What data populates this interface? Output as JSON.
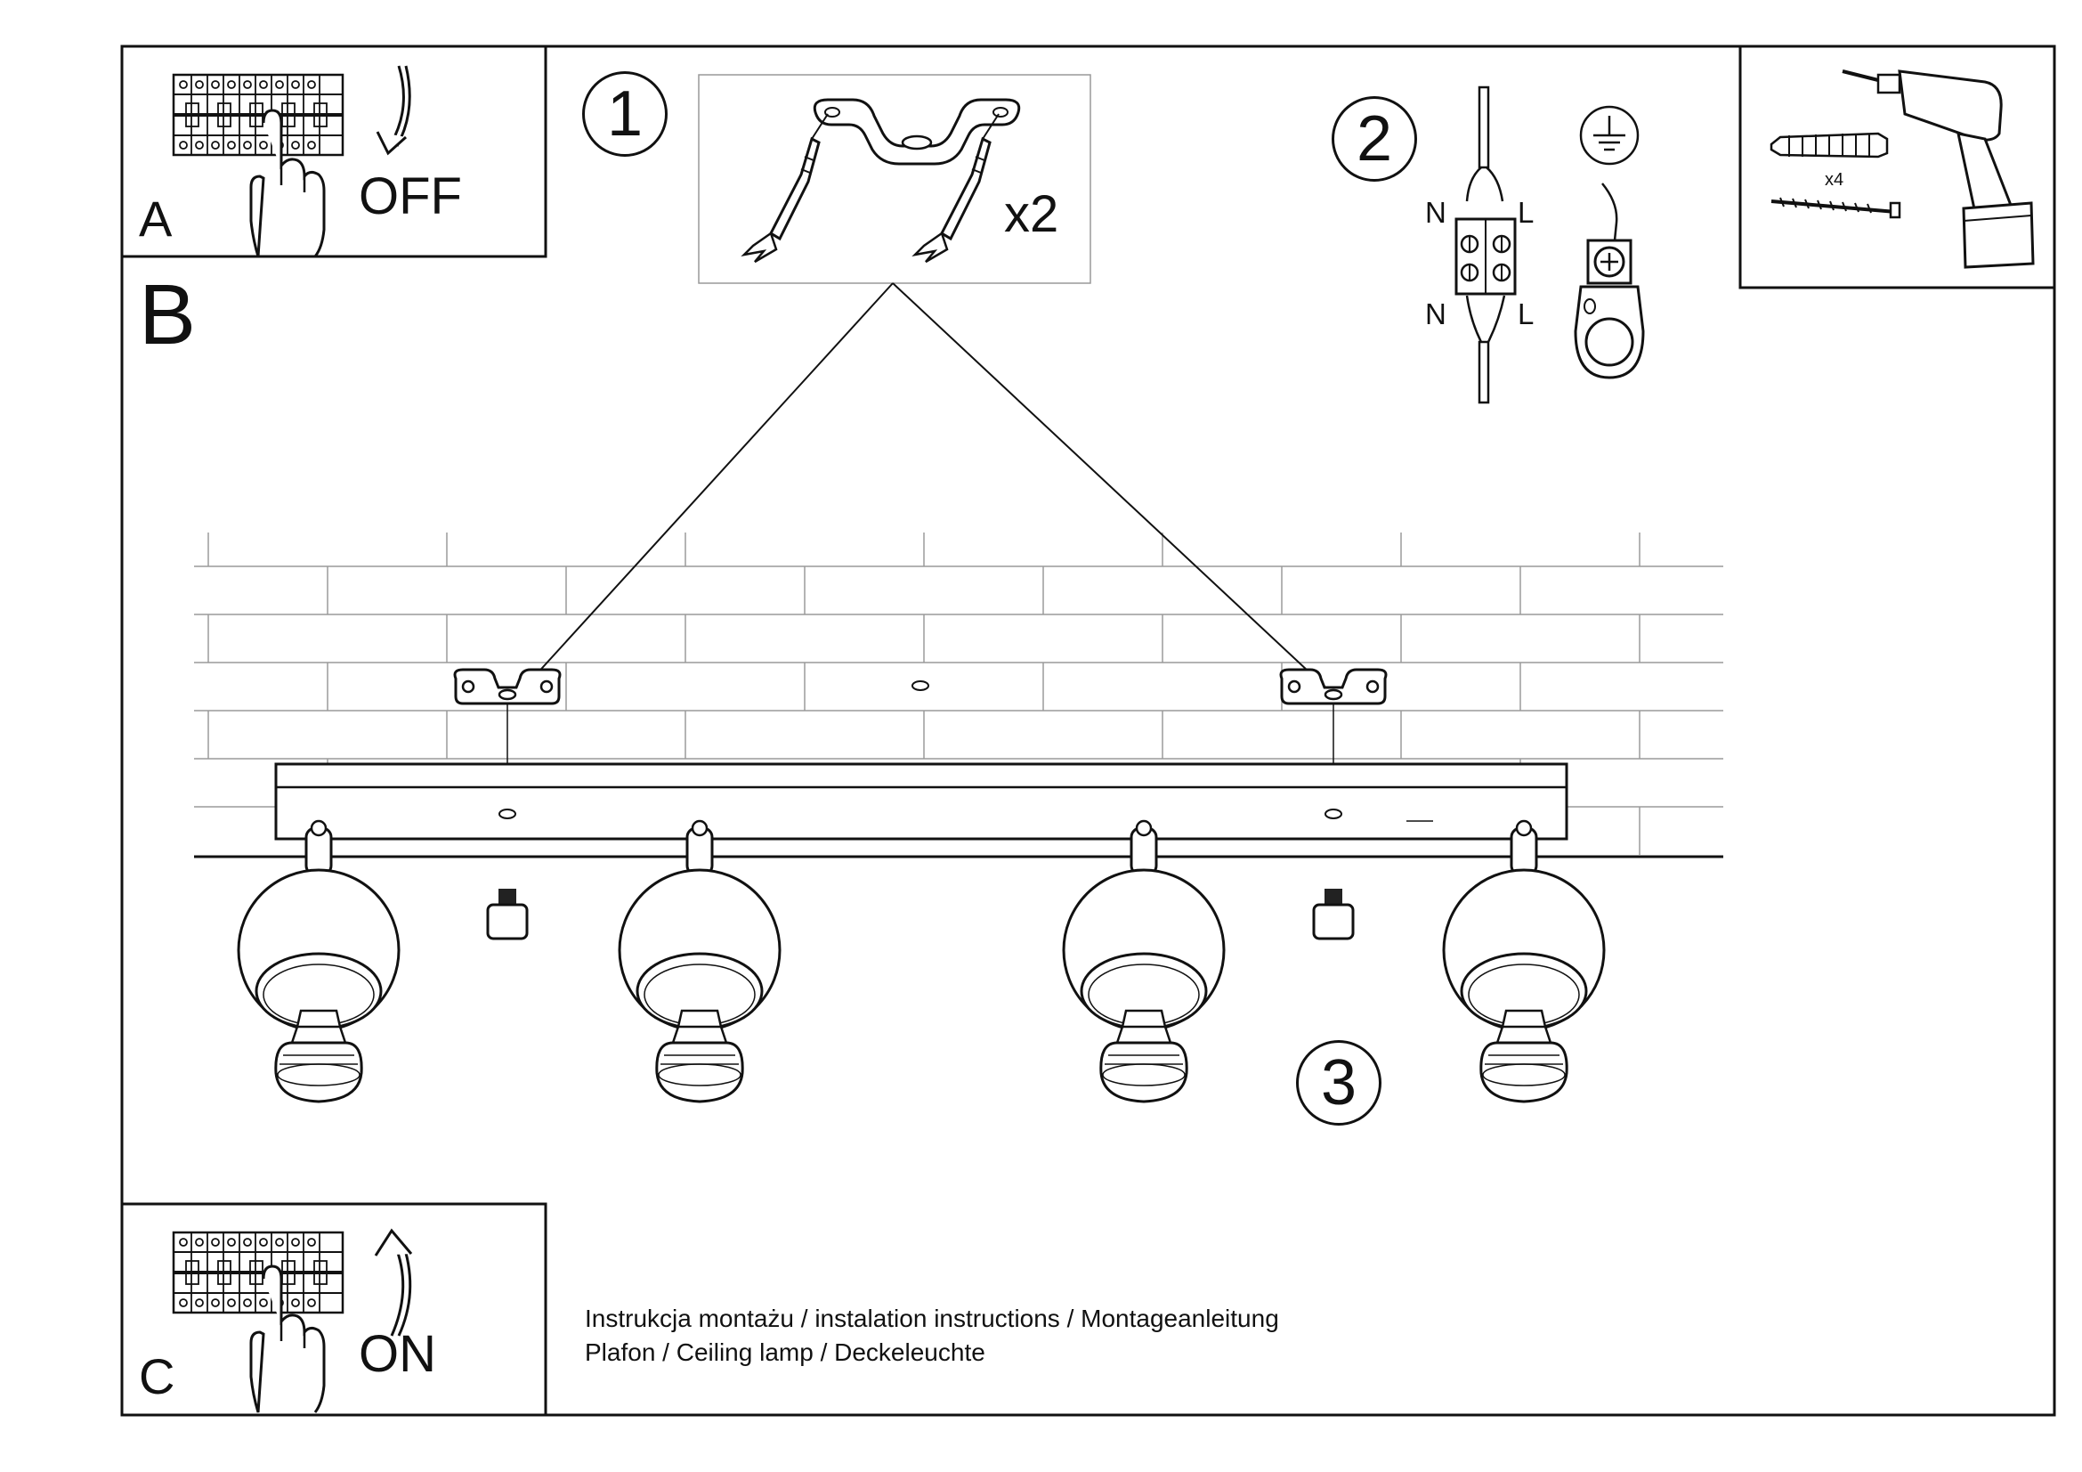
{
  "panels": {
    "a": {
      "letter": "A",
      "switch_label": "OFF"
    },
    "b": {
      "letter": "B"
    },
    "c": {
      "letter": "C",
      "switch_label": "ON"
    }
  },
  "steps": {
    "step1": {
      "number": "1",
      "quantity": "x2"
    },
    "step2": {
      "number": "2",
      "wire_labels": [
        "N",
        "L",
        "N",
        "L"
      ]
    },
    "step3": {
      "number": "3"
    }
  },
  "tools": {
    "quantity": "x4"
  },
  "caption": {
    "line1": "Instrukcja montażu / instalation instructions / Montageanleitung",
    "line2": "Plafon / Ceiling lamp / Deckeleuchte"
  },
  "icons": [
    "circuit-breaker-icon",
    "hand-icon",
    "curved-arrow-icon",
    "mounting-bracket-icon",
    "wall-anchor-icon",
    "terminal-block-icon",
    "ground-symbol-icon",
    "earth-connector-icon",
    "drill-icon",
    "screw-icon"
  ],
  "colors": {
    "line": "#111111",
    "grid": "#9a9a9a",
    "background": "#ffffff"
  }
}
